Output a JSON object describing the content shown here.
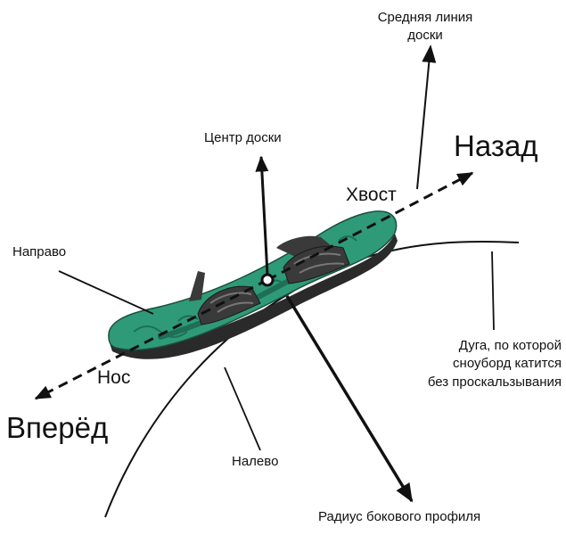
{
  "labels": {
    "board_midline": "Средняя линия\nдоски",
    "back": "Назад",
    "tail": "Хвост",
    "board_center": "Центр доски",
    "right_side": "Направо",
    "nose": "Нос",
    "forward": "Вперёд",
    "left_side": "Налево",
    "arc": "Дуга, по которой\nсноуборд катится\nбез проскальзывания",
    "sidecut_radius": "Радиус бокового профиля"
  },
  "colors": {
    "line": "#111111",
    "board_green": "#2f9a78",
    "board_dark": "#1e6f55",
    "board_base": "#2a2a2a",
    "binding": "#3a3a3a",
    "text": "#111111"
  }
}
